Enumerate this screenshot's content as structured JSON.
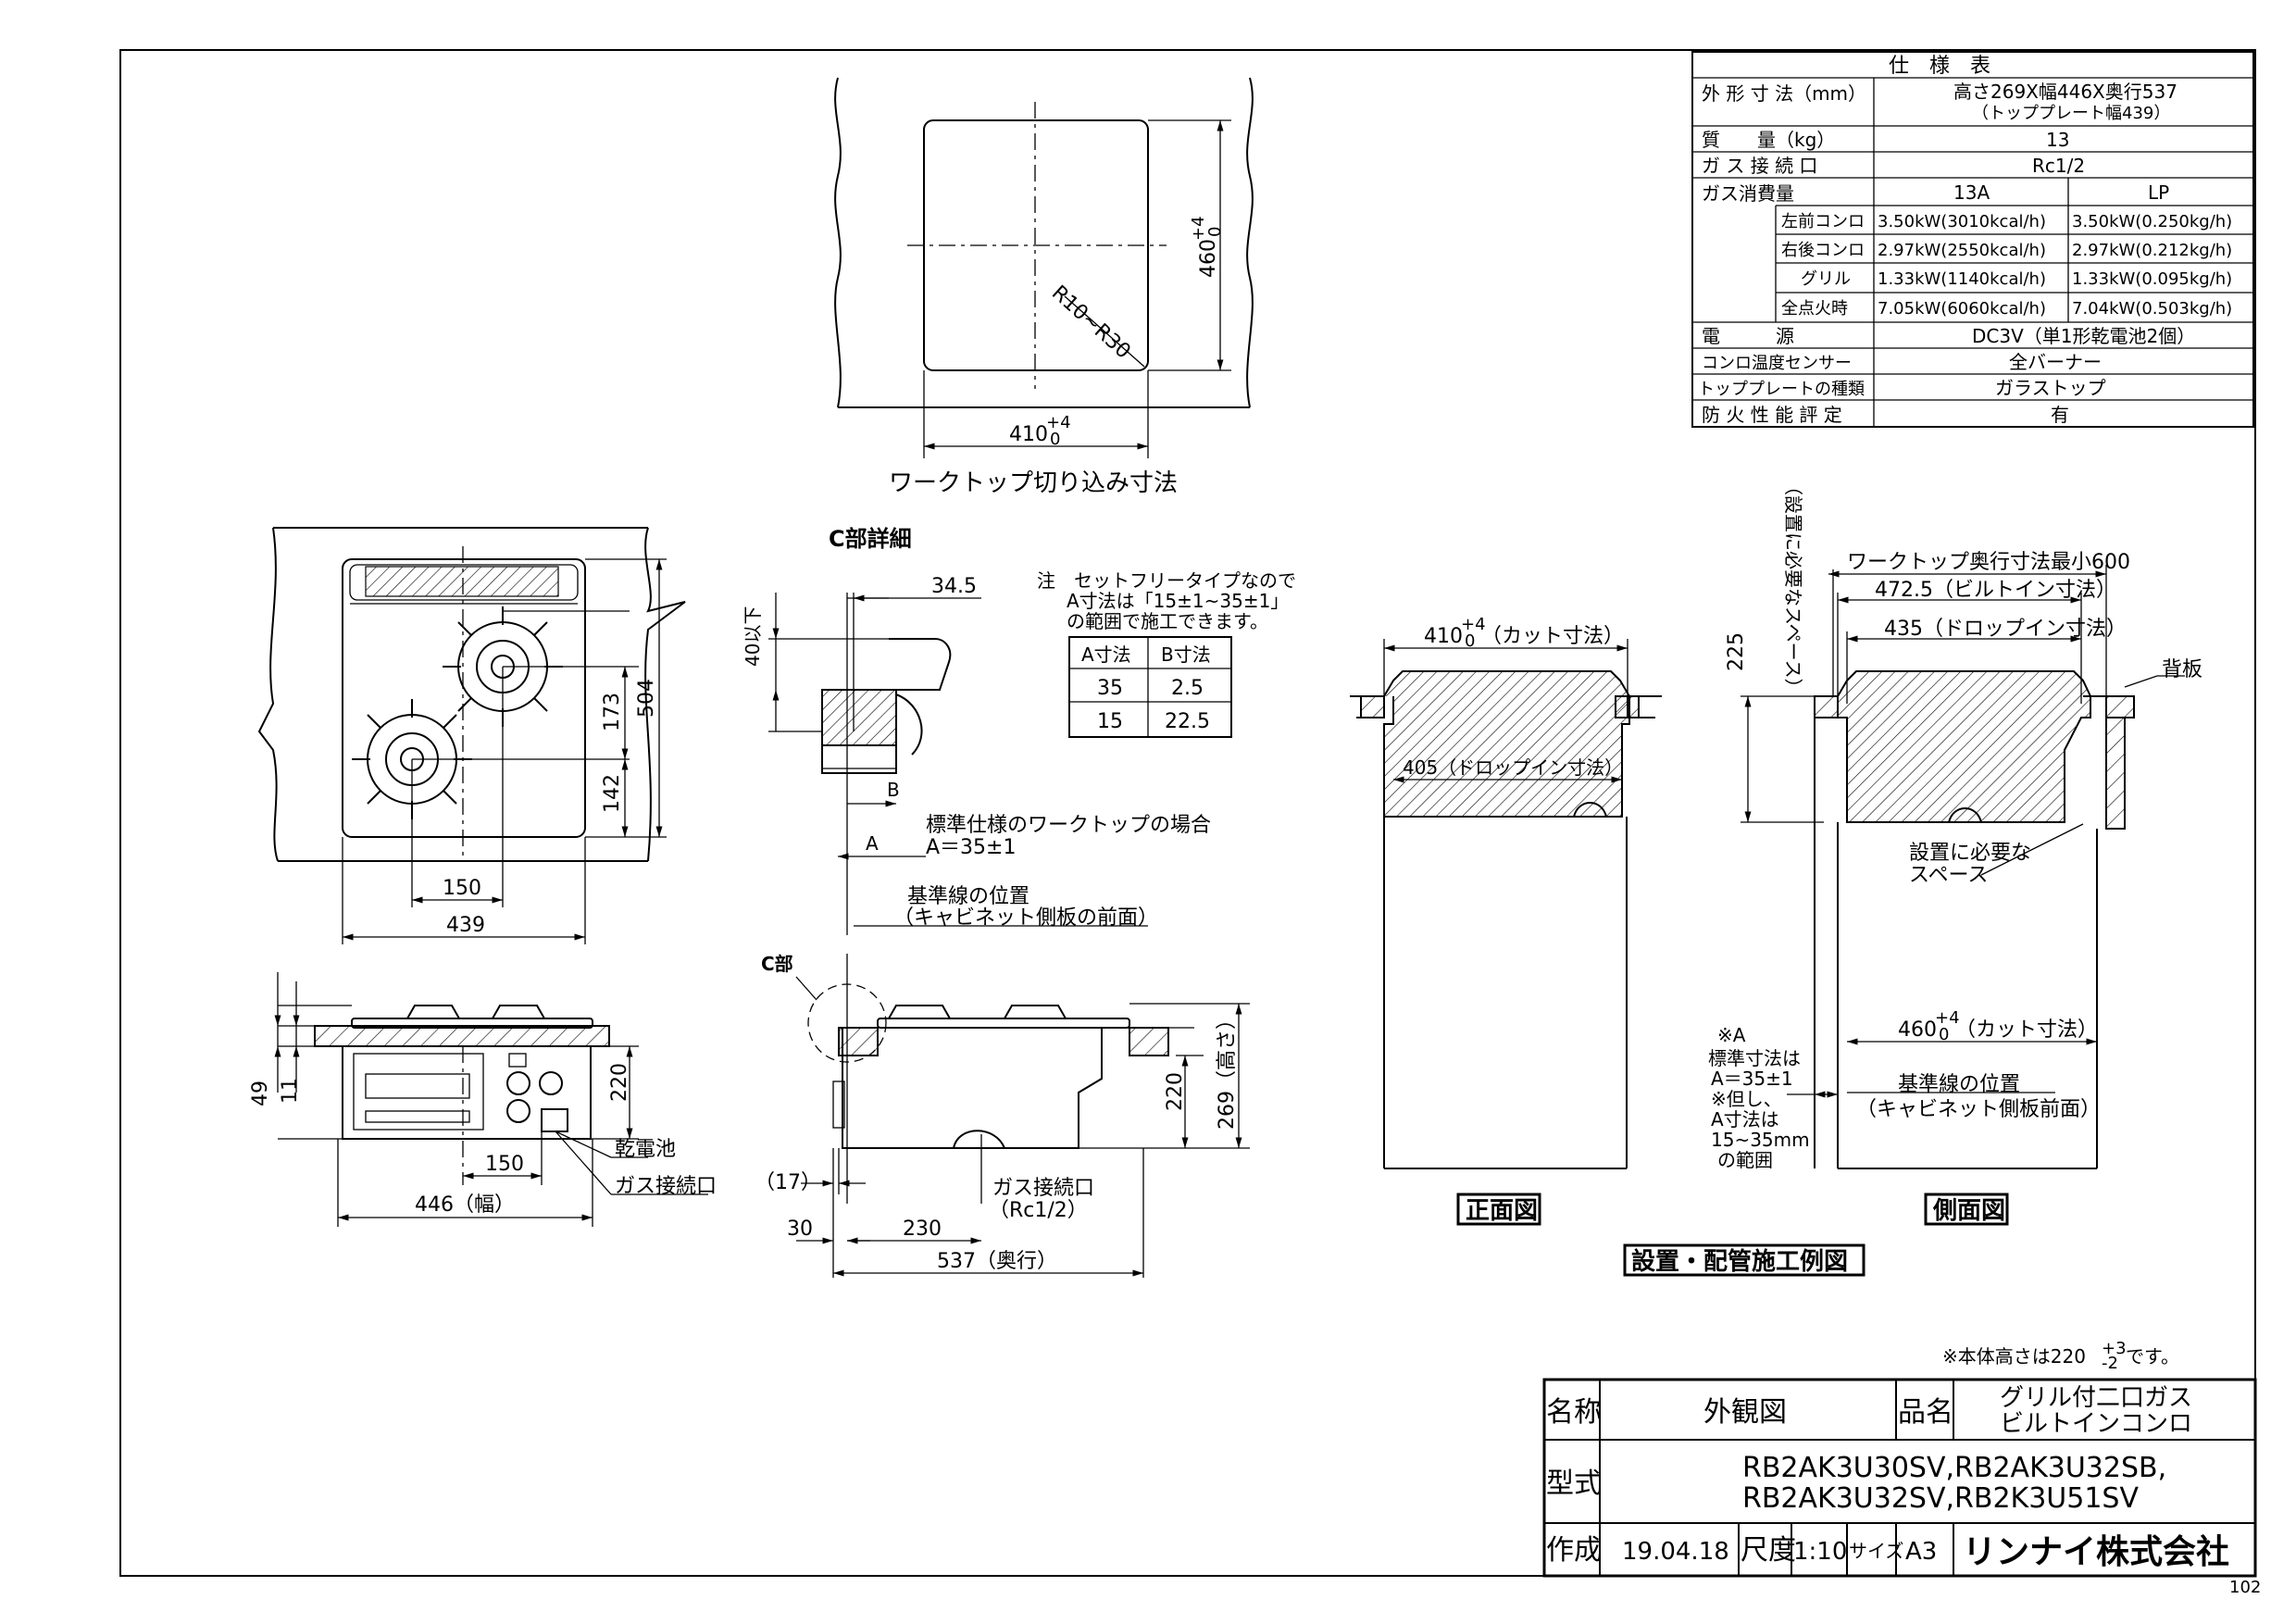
{
  "cutout": {
    "label": "ワークトップ切り込み寸法",
    "width": "410",
    "width_tol": "+4",
    "width_tol2": "0",
    "depth": "460",
    "depth_tol": "+4",
    "depth_tol2": "0",
    "radius": "R10~R30"
  },
  "spec_table": {
    "title": "仕　様　表",
    "rows": [
      {
        "label": "外 形 寸 法（mm）",
        "value": "高さ269X幅446X奥行537",
        "sub": "（トッププレート幅439）"
      },
      {
        "label": "質　　量（kg）",
        "value": "13"
      },
      {
        "label": "ガ ス 接 続 口",
        "value": "Rc1/2"
      },
      {
        "label": "電　　　源",
        "value": "DC3V（単1形乾電池2個）"
      },
      {
        "label": "コンロ温度センサー",
        "value": "全バーナー"
      },
      {
        "label": "トッププレートの種類",
        "value": "ガラストップ"
      },
      {
        "label": "防 火 性 能 評 定",
        "value": "有"
      }
    ],
    "gas_label": "ガス消費量",
    "gas_cols": [
      "13A",
      "LP"
    ],
    "gas_rows": [
      {
        "label": "左前コンロ",
        "a": "3.50kW(3010kcal/h)",
        "b": "3.50kW(0.250kg/h)"
      },
      {
        "label": "右後コンロ",
        "a": "2.97kW(2550kcal/h)",
        "b": "2.97kW(0.212kg/h)"
      },
      {
        "label": "グリル",
        "a": "1.33kW(1140kcal/h)",
        "b": "1.33kW(0.095kg/h)"
      },
      {
        "label": "全点火時",
        "a": "7.05kW(6060kcal/h)",
        "b": "7.04kW(0.503kg/h)"
      }
    ]
  },
  "top_view": {
    "d173": "173",
    "d504": "504",
    "d142": "142",
    "d150": "150",
    "d439": "439"
  },
  "front_view": {
    "d49": "49",
    "d11": "11",
    "d220": "220",
    "d150": "150",
    "d446": "446（幅）",
    "battery": "乾電池",
    "gas": "ガス接続口"
  },
  "detail_c": {
    "title": "C部詳細",
    "d34": "34.5",
    "d40": "40以下",
    "b": "B",
    "a": "A",
    "note_std": "標準仕様のワークトップの場合",
    "note_std2": "A＝35±1",
    "baseline": "基準線の位置",
    "baseline2": "（キャビネット側板の前面）",
    "note1": "注　セットフリータイプなので",
    "note2": "A寸法は「15±1~35±1」",
    "note3": "の範囲で施工できます。",
    "table_head": [
      "A寸法",
      "B寸法"
    ],
    "table_rows": [
      [
        "35",
        "2.5"
      ],
      [
        "15",
        "22.5"
      ]
    ]
  },
  "side_view": {
    "c_label": "C部",
    "d220": "220",
    "d269": "269（高さ）",
    "d17": "（17）",
    "d30": "30",
    "d230": "230",
    "d537": "537（奥行）",
    "gas": "ガス接続口",
    "gas2": "（Rc1/2）"
  },
  "install_front": {
    "cut": "410",
    "cut_tol": "+4",
    "cut_tol2": "0",
    "cut_label": "（カット寸法）",
    "drop": "405（ドロップイン寸法）",
    "caption": "正面図"
  },
  "install_side": {
    "space_v": "（設置に必要なスペース）",
    "min600": "ワークトップ奥行寸法最小600",
    "builtin": "472.5（ビルトイン寸法）",
    "drop": "435（ドロップイン寸法）",
    "d225": "225",
    "back": "背板",
    "space": "設置に必要な",
    "space2": "スペース",
    "cut": "460",
    "cut_tol": "+4",
    "cut_tol2": "0",
    "cut_label": "（カット寸法）",
    "note_a": "※A",
    "note1": "標準寸法は",
    "note2": "A＝35±1",
    "note3": "※但し、",
    "note4": "A寸法は",
    "note5": "15~35mm",
    "note6": "の範囲",
    "baseline": "基準線の位置",
    "baseline2": "（キャビネット側板前面）",
    "caption": "側面図"
  },
  "install_caption": "設置・配管施工例図",
  "height_note": "※本体高さは220",
  "height_note_tol": "+3",
  "height_note_tol2": "-2",
  "height_note_end": "です。",
  "title_block": {
    "name_label": "名称",
    "name_value": "外観図",
    "product_label": "品名",
    "product1": "グリル付二口ガス",
    "product2": "ビルトインコンロ",
    "model_label": "型式",
    "model1": "RB2AK3U30SV,RB2AK3U32SB,",
    "model2": "RB2AK3U32SV,RB2K3U51SV",
    "made_label": "作成",
    "date": "19.04.18",
    "scale_label": "尺度",
    "scale": "1:10",
    "size_label": "サイズ",
    "size": "A3",
    "company": "リンナイ株式会社"
  },
  "page_no": "102"
}
